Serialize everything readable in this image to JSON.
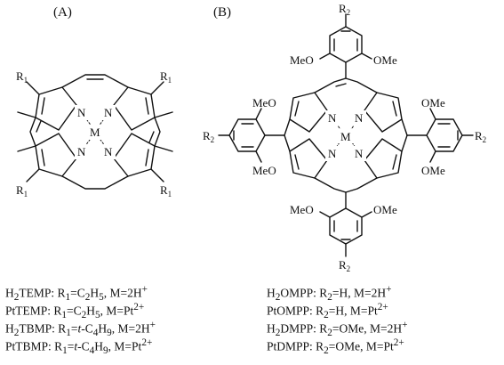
{
  "panels": {
    "a": {
      "label": "(A)",
      "atoms": {
        "r1": "R",
        "r1_sub": "1",
        "n": "N",
        "m": "M"
      }
    },
    "b": {
      "label": "(B)",
      "atoms": {
        "r2": "R",
        "r2_sub": "2",
        "n": "N",
        "m": "M",
        "meo": "MeO",
        "ome": "OMe"
      }
    }
  },
  "legend_a": [
    {
      "p1": "H",
      "s1": "2",
      "p2": "TEMP: R",
      "s2": "1",
      "p3": "=C",
      "s3": "2",
      "p4": "H",
      "s4": "5",
      "p5": ", M=2H",
      "sup": "+"
    },
    {
      "p1": "PtTEMP: R",
      "s1": "1",
      "p2": "=C",
      "s2": "2",
      "p3": "H",
      "s3": "5",
      "p4": ", M=Pt",
      "sup": "2+"
    },
    {
      "p1": "H",
      "s1": "2",
      "p2": "TBMP: R",
      "s2": "1",
      "p3": "=",
      "it": "t",
      "p4": "-C",
      "s4": "4",
      "p5": "H",
      "s5": "9",
      "p6": ", M=2H",
      "sup": "+"
    },
    {
      "p1": "PtTBMP: R",
      "s1": "1",
      "p2": "=",
      "it": "t",
      "p3": "-C",
      "s3": "4",
      "p4": "H",
      "s4": "9",
      "p5": ", M=Pt",
      "sup": "2+"
    }
  ],
  "legend_b": [
    {
      "p1": "H",
      "s1": "2",
      "p2": "OMPP: R",
      "s2": "2",
      "p3": "=H, M=2H",
      "sup": "+"
    },
    {
      "p1": "PtOMPP: R",
      "s1": "2",
      "p2": "=H, M=Pt",
      "sup": "2+"
    },
    {
      "p1": "H",
      "s1": "2",
      "p2": "DMPP: R",
      "s2": "2",
      "p3": "=OMe, M=2H",
      "sup": "+"
    },
    {
      "p1": "PtDMPP: R",
      "s1": "2",
      "p2": "=OMe, M=Pt",
      "sup": "2+"
    }
  ]
}
